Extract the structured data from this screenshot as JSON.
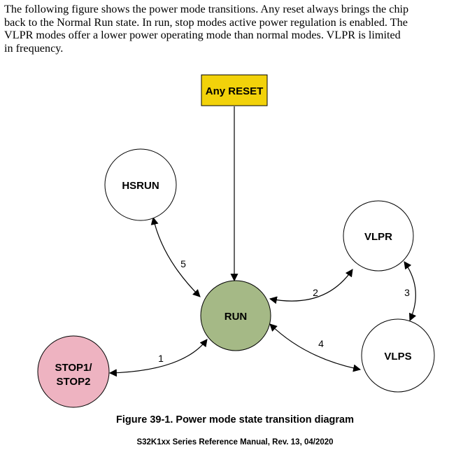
{
  "intro": {
    "lines": [
      "The following figure shows the power mode transitions. Any reset always brings the chip",
      "back to the Normal Run state. In run, stop modes active power regulation is enabled. The",
      "VLPR modes offer a lower power operating mode than normal modes. VLPR is limited",
      "in frequency."
    ]
  },
  "diagram": {
    "reset_label": "Any RESET",
    "states": {
      "hsrun": "HSRUN",
      "run": "RUN",
      "vlpr": "VLPR",
      "vlps": "VLPS",
      "stop_line1": "STOP1/",
      "stop_line2": "STOP2"
    },
    "transitions": {
      "t1": "1",
      "t2": "2",
      "t3": "3",
      "t4": "4",
      "t5": "5"
    },
    "colors": {
      "reset_fill": "#f2d20a",
      "run_fill": "#a5b986",
      "stop_fill": "#eeb3c1",
      "default_fill": "#ffffff"
    }
  },
  "caption": "Figure 39-1. Power mode state transition diagram",
  "footer": "S32K1xx Series Reference Manual, Rev. 13, 04/2020"
}
